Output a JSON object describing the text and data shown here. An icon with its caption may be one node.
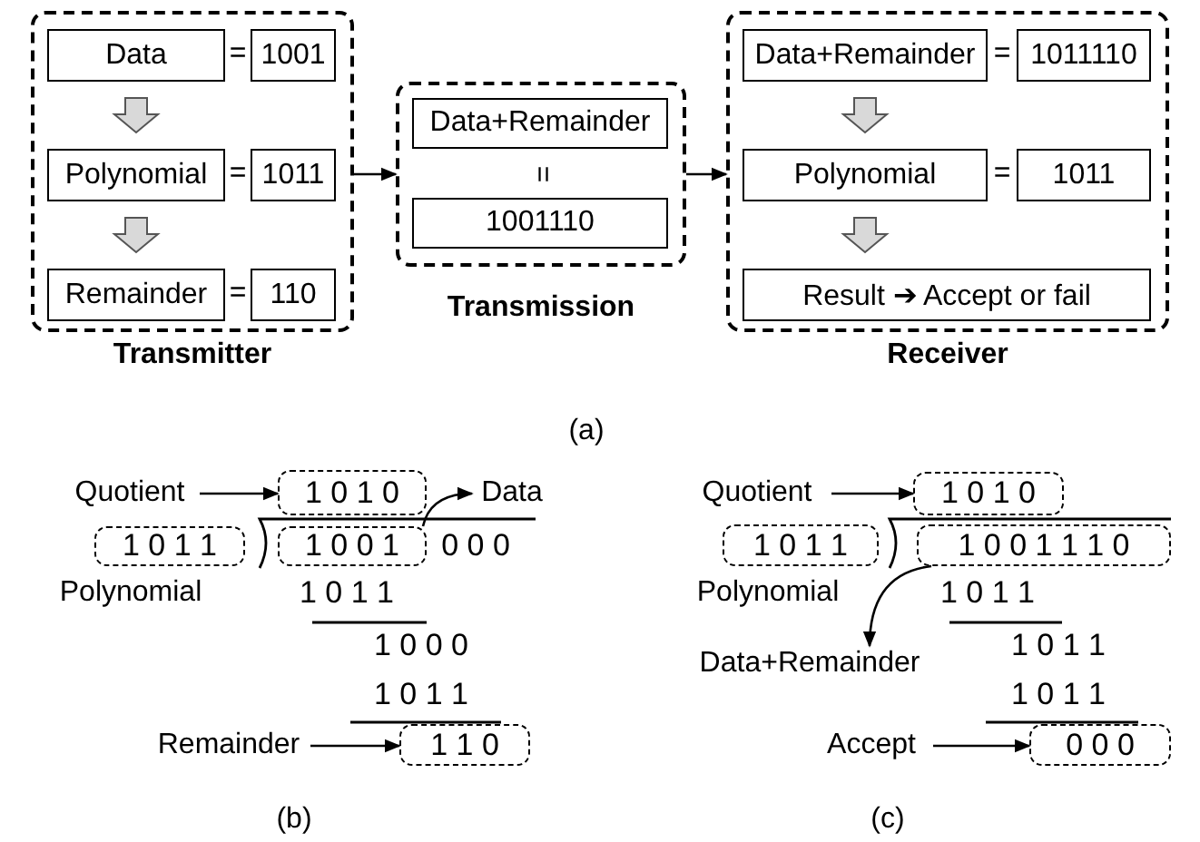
{
  "diagram": {
    "nodes": [
      {
        "text": [
          "Transmitter"
        ]
      },
      {
        "text": [
          "Data"
        ],
        "in": 0
      },
      {
        "text": [
          "1001"
        ],
        "in": 0
      },
      {
        "text": [
          "Polynomial"
        ],
        "in": 0
      },
      {
        "text": [
          "1011"
        ],
        "in": 0
      },
      {
        "text": [
          "Remainder"
        ],
        "in": 0
      },
      {
        "text": [
          "110"
        ],
        "in": 0
      },
      {
        "text": [
          "Transmission"
        ]
      },
      {
        "text": [
          "Data+Remainder"
        ],
        "in": 7
      },
      {
        "text": [
          "1001110"
        ],
        "in": 7
      },
      {
        "text": [
          "Receiver"
        ]
      },
      {
        "text": [
          "Data+Remainder"
        ],
        "in": 10
      },
      {
        "text": [
          "1011110"
        ],
        "in": 10
      },
      {
        "text": [
          "Polynomial"
        ],
        "in": 10
      },
      {
        "text": [
          "1011"
        ],
        "in": 10
      },
      {
        "text": [
          "Result ➔ Accept or fail"
        ],
        "in": 10
      },
      {
        "text": [
          "Quotient"
        ]
      },
      {
        "text": [
          "1 0 1 0"
        ]
      },
      {
        "text": [
          "Data"
        ]
      },
      {
        "text": [
          "1 0 1 1"
        ]
      },
      {
        "text": [
          "1 0 0 1"
        ]
      },
      {
        "text": [
          "Remainder"
        ]
      },
      {
        "text": [
          "1 1 0"
        ]
      },
      {
        "text": [
          "Quotient"
        ]
      },
      {
        "text": [
          "1 0 1 0"
        ]
      },
      {
        "text": [
          "1 0 1 1"
        ]
      },
      {
        "text": [
          "1 0 0 1 1 1 0"
        ]
      },
      {
        "text": [
          "Data+Remainder"
        ]
      },
      {
        "text": [
          "Accept"
        ]
      },
      {
        "text": [
          "0 0 0"
        ]
      }
    ],
    "edges": [
      {
        "from": 1,
        "to": 3,
        "arrow": "to",
        "style": "thick",
        "color": "#d9d9d9"
      },
      {
        "from": 3,
        "to": 5,
        "arrow": "to",
        "style": "thick",
        "color": "#d9d9d9"
      },
      {
        "from": 0,
        "to": 7,
        "arrow": "to"
      },
      {
        "from": 7,
        "to": 10,
        "arrow": "to"
      },
      {
        "from": 11,
        "to": 13,
        "arrow": "to",
        "style": "thick",
        "color": "#d9d9d9"
      },
      {
        "from": 13,
        "to": 15,
        "arrow": "to",
        "style": "thick",
        "color": "#d9d9d9"
      },
      {
        "from": 16,
        "to": 17,
        "arrow": "to"
      },
      {
        "from": 20,
        "to": 18,
        "arrow": "to"
      },
      {
        "from": 21,
        "to": 22,
        "arrow": "to"
      },
      {
        "from": 23,
        "to": 24,
        "arrow": "to"
      },
      {
        "from": 26,
        "to": 27,
        "arrow": "to"
      },
      {
        "from": 28,
        "to": 29,
        "arrow": "to"
      }
    ],
    "labels": [
      "=",
      "=",
      "=",
      "=",
      "=",
      "=",
      "(a)",
      "0 0 0",
      "Polynomial",
      "1 0 1 1",
      "1 0 0 0",
      "1 0 1 1",
      "(b)",
      "Polynomial",
      "1 0 1 1",
      "1 0 1 1",
      "1 0 1 1",
      "(c)"
    ]
  }
}
